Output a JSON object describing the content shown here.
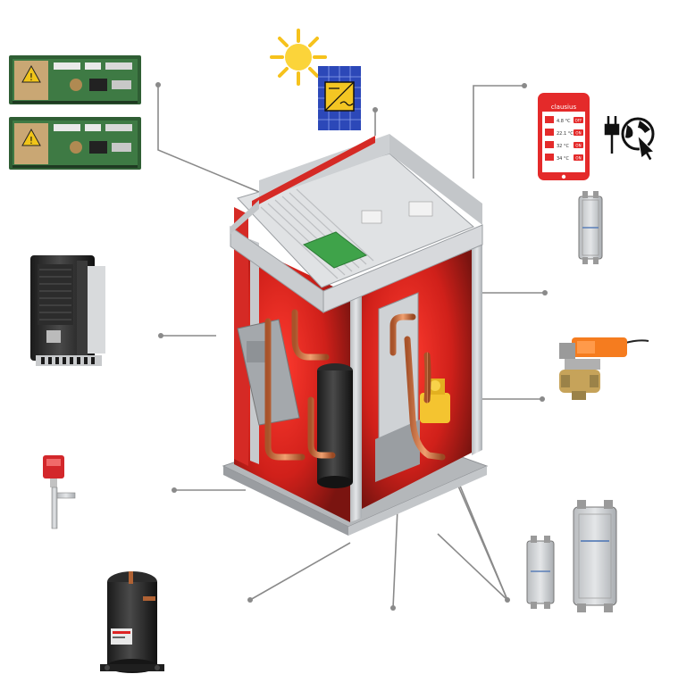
{
  "diagram": {
    "title": "",
    "background_color": "#ffffff",
    "accent_color": "#e3262b",
    "connector_color": "#8a8a8a"
  },
  "app_screen": {
    "brand": "clausius",
    "readings": [
      "4.8 °C",
      "22.1 °C",
      "32 °C",
      "34 °C"
    ],
    "badges": [
      "OFF",
      "ON",
      "ON",
      "ON"
    ]
  },
  "components": [
    {
      "key": "control-boards",
      "icon": "circuit-board-icon"
    },
    {
      "key": "solar",
      "icon": "sun-icon"
    },
    {
      "key": "smartphone-app",
      "icon": "smartphone-icon"
    },
    {
      "key": "inverter-drive",
      "icon": "inverter-icon"
    },
    {
      "key": "flow-switch",
      "icon": "flow-switch-icon"
    },
    {
      "key": "compressor",
      "icon": "compressor-icon"
    },
    {
      "key": "plate-heat-exchanger-small",
      "icon": "plate-exchanger-icon"
    },
    {
      "key": "motorized-valve",
      "icon": "valve-actuator-icon"
    },
    {
      "key": "plate-heat-exchangers-pair",
      "icon": "plate-exchanger-icon"
    },
    {
      "key": "heat-pump-unit",
      "icon": "heat-pump-icon"
    }
  ]
}
